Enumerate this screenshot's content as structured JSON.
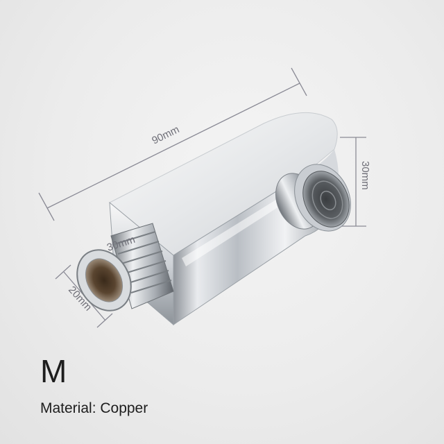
{
  "dimensions": {
    "length": "90mm",
    "height": "30mm",
    "outlet_width": "30mm",
    "thread_diameter": "20mm"
  },
  "product": {
    "size_label": "M",
    "material_label": "Material: Copper"
  }
}
